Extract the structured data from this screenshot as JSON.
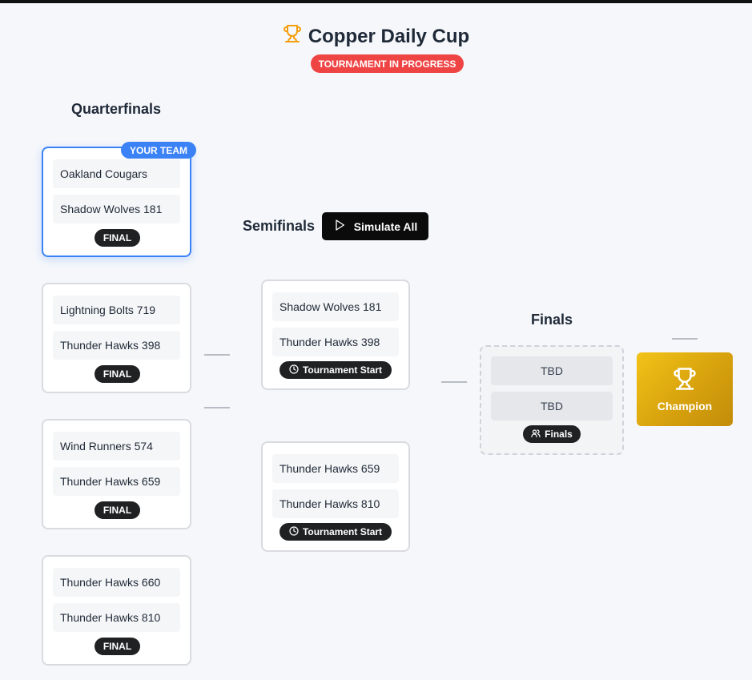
{
  "tournament": {
    "title": "Copper Daily Cup",
    "status": "TOURNAMENT IN PROGRESS",
    "trophy_icon": "trophy-icon",
    "accent": "#f59e0b",
    "status_color": "#ef4444"
  },
  "rounds": {
    "quarterfinals": "Quarterfinals",
    "semifinals": "Semifinals",
    "finals": "Finals"
  },
  "your_team_badge": "YOUR TEAM",
  "simulate_button": "Simulate All",
  "quarterfinals": [
    {
      "team1": "Oakland Cougars",
      "team2": "Shadow Wolves 181",
      "status": "FINAL"
    },
    {
      "team1": "Lightning Bolts 719",
      "team2": "Thunder Hawks 398",
      "status": "FINAL"
    },
    {
      "team1": "Wind Runners 574",
      "team2": "Thunder Hawks 659",
      "status": "FINAL"
    },
    {
      "team1": "Thunder Hawks 660",
      "team2": "Thunder Hawks 810",
      "status": "FINAL"
    }
  ],
  "semifinals": [
    {
      "team1": "Shadow Wolves 181",
      "team2": "Thunder Hawks 398",
      "status": "Tournament Start",
      "status_icon": "clock-icon"
    },
    {
      "team1": "Thunder Hawks 659",
      "team2": "Thunder Hawks 810",
      "status": "Tournament Start",
      "status_icon": "clock-icon"
    }
  ],
  "finals": {
    "team1": "TBD",
    "team2": "TBD",
    "status": "Finals",
    "status_icon": "users-icon"
  },
  "champion": {
    "label": "Champion",
    "icon": "trophy-icon",
    "color": "#e0ab10"
  }
}
